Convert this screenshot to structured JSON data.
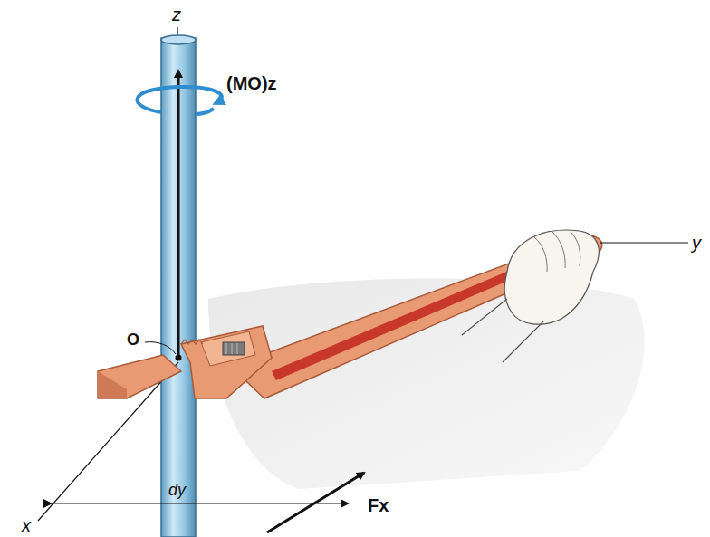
{
  "diagram": {
    "labels": [
      "z",
      "(MO)z",
      "O",
      "y",
      "x",
      "dy",
      "Fx"
    ]
  }
}
